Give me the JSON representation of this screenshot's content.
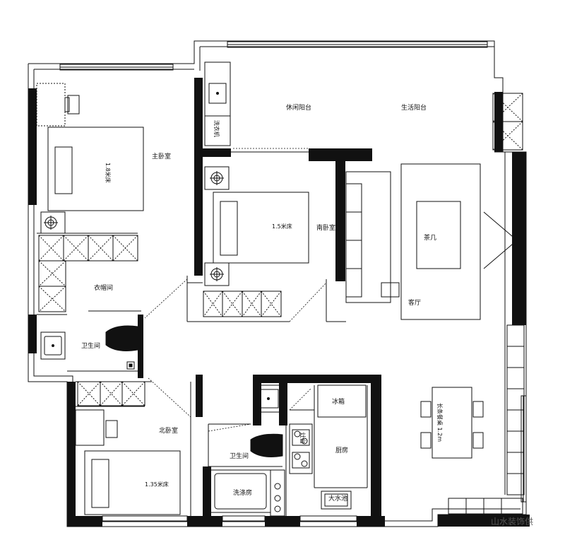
{
  "rooms": {
    "leisure_balcony": "休闲阳台",
    "living_balcony": "生活阳台",
    "master_bedroom": "主卧室",
    "master_bed": "1.8米床",
    "south_bedroom": "南卧室",
    "south_bed": "1.5米床",
    "coffee_table": "茶几",
    "living_room": "客厅",
    "walk_in_closet": "衣帽间",
    "master_bathroom": "卫生间",
    "north_bedroom": "北卧室",
    "north_bed": "1.35米床",
    "bathroom": "卫生间",
    "bathroom_cabinet": "洗衣机",
    "laundry": "洗涤房",
    "fridge": "冰箱",
    "kitchen": "厨房",
    "big_sink": "大水池",
    "dining_table": "长条餐桌 1.2m",
    "stove": "灶台"
  },
  "watermark": "山水装饰供"
}
